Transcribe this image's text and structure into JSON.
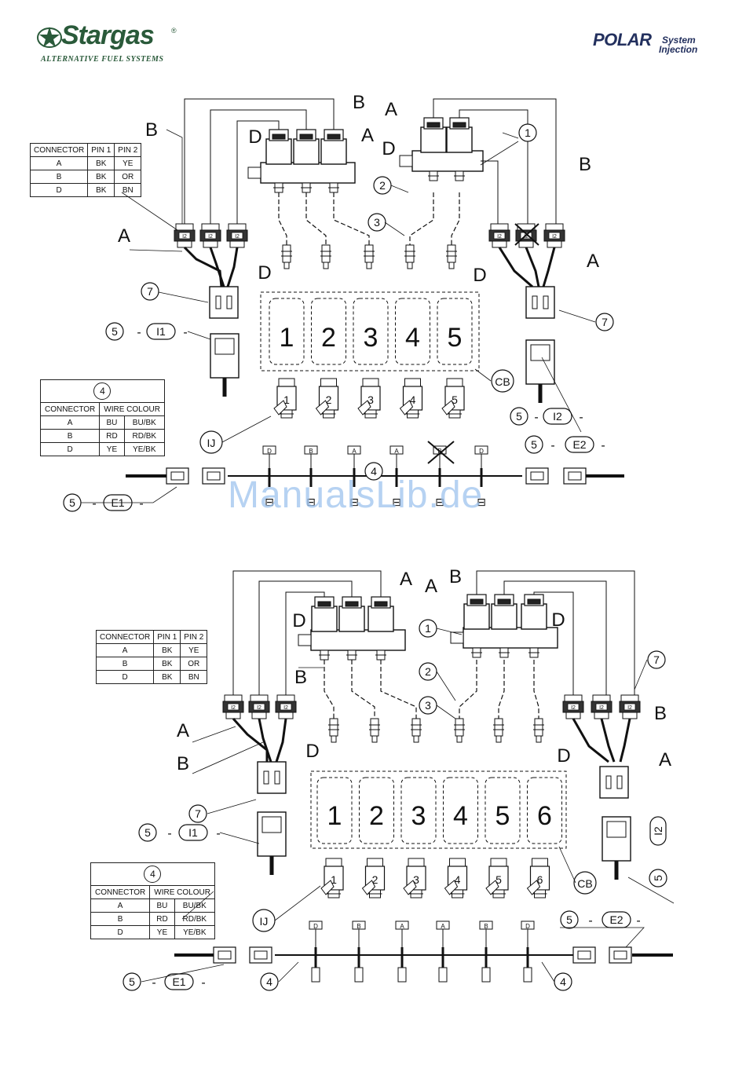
{
  "header": {
    "brand_left": "Stargas",
    "brand_left_reg": "®",
    "brand_left_tagline": "ALTERNATIVE FUEL SYSTEMS",
    "brand_right": "POLAR",
    "brand_right_sub1": "System",
    "brand_right_sub2": "Injection"
  },
  "watermark": "ManualsLib.de",
  "connector_table": {
    "headers": [
      "CONNECTOR",
      "PIN 1",
      "PIN 2"
    ],
    "rows": [
      [
        "A",
        "BK",
        "YE"
      ],
      [
        "B",
        "BK",
        "OR"
      ],
      [
        "D",
        "BK",
        "BN"
      ]
    ]
  },
  "wire_table": {
    "callout": "4",
    "headers": [
      "CONNECTOR",
      "WIRE COLOUR"
    ],
    "rows": [
      [
        "A",
        "BU",
        "BU/BK"
      ],
      [
        "B",
        "RD",
        "RD/BK"
      ],
      [
        "D",
        "YE",
        "YE/BK"
      ]
    ]
  },
  "diagram_top": {
    "cylinders": [
      "1",
      "2",
      "3",
      "4",
      "5"
    ],
    "injector_codes": [
      "D",
      "B",
      "A",
      "A",
      "B",
      "D"
    ],
    "labels": {
      "A": "A",
      "B": "B",
      "D": "D",
      "CB": "CB",
      "IJ": "IJ",
      "pin": "I2",
      "i1": "I1",
      "i2": "I2",
      "e1": "E1",
      "e2": "E2",
      "c1": "1",
      "c2": "2",
      "c3": "3",
      "c4": "4",
      "c5": "5",
      "c7": "7"
    }
  },
  "diagram_bottom": {
    "cylinders": [
      "1",
      "2",
      "3",
      "4",
      "5",
      "6"
    ],
    "injector_codes": [
      "D",
      "B",
      "A",
      "A",
      "B",
      "D"
    ],
    "labels": {
      "A": "A",
      "B": "B",
      "D": "D",
      "CB": "CB",
      "IJ": "IJ",
      "pin": "I2",
      "i1": "I1",
      "i2": "I2",
      "e1": "E1",
      "e2": "E2",
      "c1": "1",
      "c2": "2",
      "c3": "3",
      "c4": "4",
      "c5": "5",
      "c7": "7"
    }
  }
}
